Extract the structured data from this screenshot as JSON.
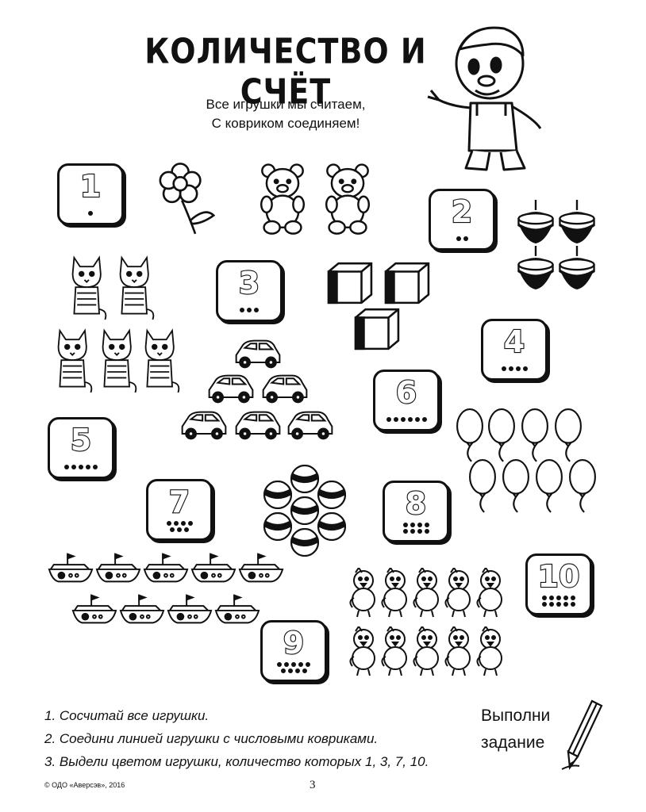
{
  "title": "КОЛИЧЕСТВО И СЧЁТ",
  "poem": {
    "line1": "Все игрушки мы считаем,",
    "line2": "С ковриком соединяем!"
  },
  "mats": [
    "1",
    "2",
    "3",
    "4",
    "5",
    "6",
    "7",
    "8",
    "9",
    "10"
  ],
  "items": {
    "flowers": 1,
    "teddy_bears": 2,
    "spinning_tops": 4,
    "cubes": 3,
    "kittens": 5,
    "cars": 6,
    "balloons": 8,
    "balls": 7,
    "boats": 9,
    "chicks": 10
  },
  "tasks": [
    "1. Сосчитай все игрушки.",
    "2. Соедини линией игрушки с числовыми ковриками.",
    "3. Выдели цветом игрушки, количество которых 1, 3, 7, 10."
  ],
  "badge": {
    "line1": "Выполни",
    "line2": "задание"
  },
  "footer": "© ОДО «Аверсэв», 2016",
  "page_number": "3",
  "icons": [
    "boy-icon",
    "flower-icon",
    "teddy-bear-icon",
    "spinning-top-icon",
    "cube-icon",
    "kitten-icon",
    "car-icon",
    "balloon-icon",
    "ball-icon",
    "boat-icon",
    "chick-icon",
    "pencil-icon"
  ]
}
